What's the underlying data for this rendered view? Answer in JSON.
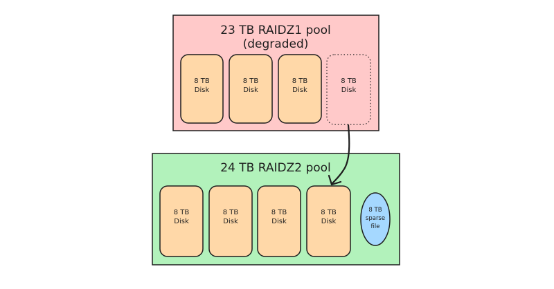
{
  "pools": {
    "raidz1": {
      "title_line1": "23 TB RAIDZ1 pool",
      "title_line2": "(degraded)",
      "fill": "#ffc9c9",
      "disks": [
        {
          "line1": "8 TB",
          "line2": "Disk",
          "status": "present"
        },
        {
          "line1": "8 TB",
          "line2": "Disk",
          "status": "present"
        },
        {
          "line1": "8 TB",
          "line2": "Disk",
          "status": "present"
        },
        {
          "line1": "8 TB",
          "line2": "Disk",
          "status": "missing"
        }
      ]
    },
    "raidz2": {
      "title": "24 TB RAIDZ2 pool",
      "fill": "#b2f2bb",
      "disks": [
        {
          "line1": "8 TB",
          "line2": "Disk"
        },
        {
          "line1": "8 TB",
          "line2": "Disk"
        },
        {
          "line1": "8 TB",
          "line2": "Disk"
        },
        {
          "line1": "8 TB",
          "line2": "Disk"
        }
      ],
      "sparse": {
        "line1": "8 TB",
        "line2": "sparse",
        "line3": "file",
        "fill": "#a5d8ff"
      }
    }
  },
  "colors": {
    "disk_fill": "#ffd8a8",
    "stroke": "#1e1e1e"
  },
  "arrow": {
    "from": "raidz1 missing disk",
    "to": "raidz2 fourth disk"
  }
}
